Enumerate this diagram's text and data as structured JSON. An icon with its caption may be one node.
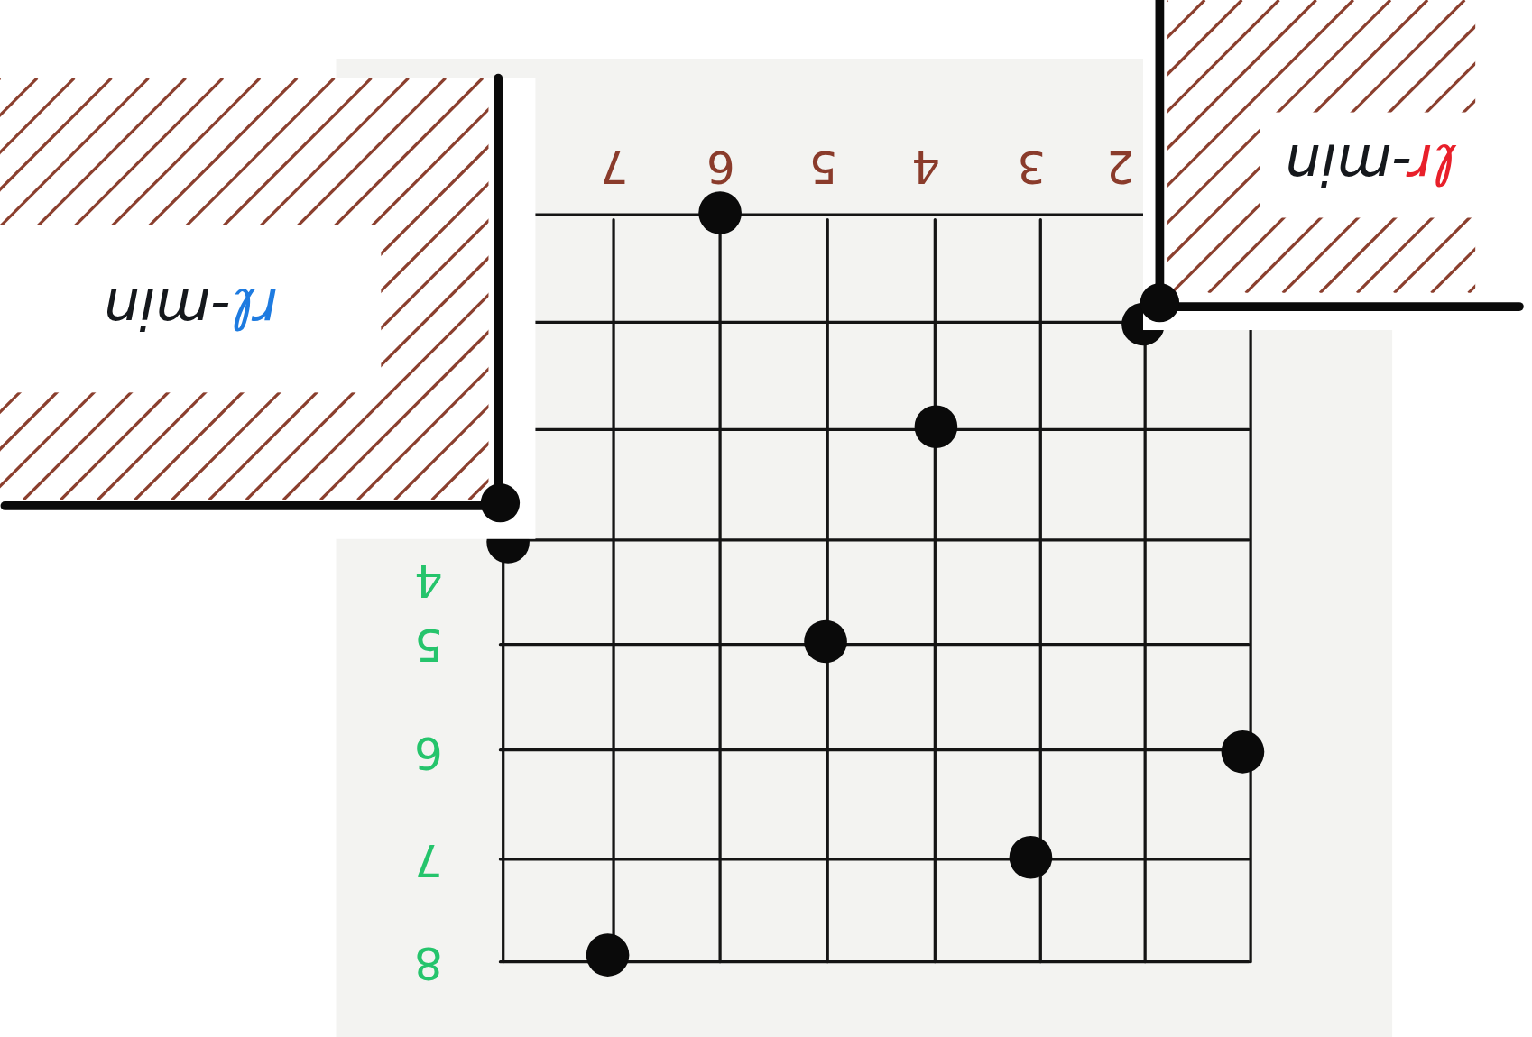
{
  "diagram": {
    "labels": [
      "7",
      "6",
      "5",
      "4",
      "3",
      "2",
      "ℓr-min",
      "rℓ-min",
      "4",
      "5",
      "6",
      "7",
      "8"
    ]
  }
}
